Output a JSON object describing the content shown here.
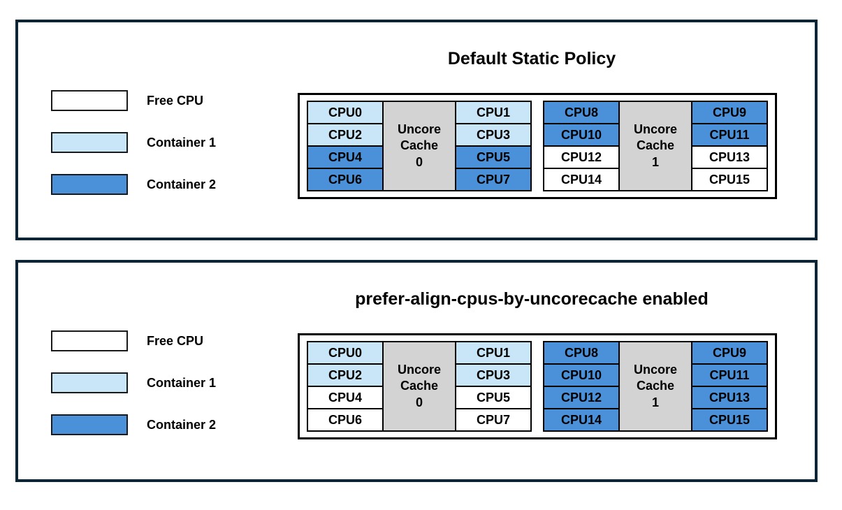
{
  "colors": {
    "free_cpu": "#FFFFFF",
    "container1": "#C8E6F7",
    "container2": "#4A91D9",
    "uncore_cache": "#D3D3D3",
    "panel_border": "#0C2433"
  },
  "legend": [
    {
      "label": "Free CPU",
      "state": "free_cpu"
    },
    {
      "label": "Container 1",
      "state": "container1"
    },
    {
      "label": "Container 2",
      "state": "container2"
    }
  ],
  "panels": [
    {
      "title": "Default Static Policy",
      "groups": [
        {
          "cache_lines": [
            "Uncore",
            "Cache",
            "0"
          ],
          "left_cpus": [
            {
              "label": "CPU0",
              "state": "container1"
            },
            {
              "label": "CPU2",
              "state": "container1"
            },
            {
              "label": "CPU4",
              "state": "container2"
            },
            {
              "label": "CPU6",
              "state": "container2"
            }
          ],
          "right_cpus": [
            {
              "label": "CPU1",
              "state": "container1"
            },
            {
              "label": "CPU3",
              "state": "container1"
            },
            {
              "label": "CPU5",
              "state": "container2"
            },
            {
              "label": "CPU7",
              "state": "container2"
            }
          ]
        },
        {
          "cache_lines": [
            "Uncore",
            "Cache",
            "1"
          ],
          "left_cpus": [
            {
              "label": "CPU8",
              "state": "container2"
            },
            {
              "label": "CPU10",
              "state": "container2"
            },
            {
              "label": "CPU12",
              "state": "free_cpu"
            },
            {
              "label": "CPU14",
              "state": "free_cpu"
            }
          ],
          "right_cpus": [
            {
              "label": "CPU9",
              "state": "container2"
            },
            {
              "label": "CPU11",
              "state": "container2"
            },
            {
              "label": "CPU13",
              "state": "free_cpu"
            },
            {
              "label": "CPU15",
              "state": "free_cpu"
            }
          ]
        }
      ]
    },
    {
      "title": "prefer-align-cpus-by-uncorecache enabled",
      "groups": [
        {
          "cache_lines": [
            "Uncore",
            "Cache",
            "0"
          ],
          "left_cpus": [
            {
              "label": "CPU0",
              "state": "container1"
            },
            {
              "label": "CPU2",
              "state": "container1"
            },
            {
              "label": "CPU4",
              "state": "free_cpu"
            },
            {
              "label": "CPU6",
              "state": "free_cpu"
            }
          ],
          "right_cpus": [
            {
              "label": "CPU1",
              "state": "container1"
            },
            {
              "label": "CPU3",
              "state": "container1"
            },
            {
              "label": "CPU5",
              "state": "free_cpu"
            },
            {
              "label": "CPU7",
              "state": "free_cpu"
            }
          ]
        },
        {
          "cache_lines": [
            "Uncore",
            "Cache",
            "1"
          ],
          "left_cpus": [
            {
              "label": "CPU8",
              "state": "container2"
            },
            {
              "label": "CPU10",
              "state": "container2"
            },
            {
              "label": "CPU12",
              "state": "container2"
            },
            {
              "label": "CPU14",
              "state": "container2"
            }
          ],
          "right_cpus": [
            {
              "label": "CPU9",
              "state": "container2"
            },
            {
              "label": "CPU11",
              "state": "container2"
            },
            {
              "label": "CPU13",
              "state": "container2"
            },
            {
              "label": "CPU15",
              "state": "container2"
            }
          ]
        }
      ]
    }
  ]
}
